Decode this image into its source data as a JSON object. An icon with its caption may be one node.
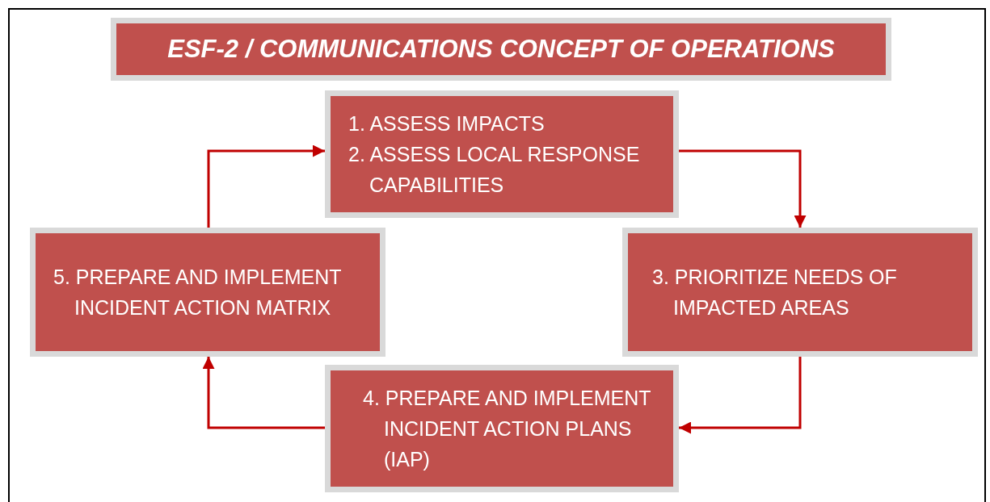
{
  "diagram": {
    "title": "ESF-2 / COMMUNICATIONS CONCEPT OF OPERATIONS",
    "nodes": [
      {
        "text": [
          "1. ASSESS IMPACTS",
          "2. ASSESS LOCAL RESPONSE CAPABILITIES"
        ]
      },
      {
        "text": [
          "3. PRIORITIZE NEEDS OF IMPACTED AREAS"
        ]
      },
      {
        "text": [
          "4. PREPARE AND IMPLEMENT INCIDENT ACTION PLANS (IAP)"
        ]
      },
      {
        "text": [
          "5. PREPARE AND IMPLEMENT INCIDENT ACTION MATRIX"
        ]
      }
    ],
    "edges": [
      {
        "from": 0,
        "to": 1,
        "arrow": "to"
      },
      {
        "from": 1,
        "to": 2,
        "arrow": "to"
      },
      {
        "from": 2,
        "to": 3,
        "arrow": "to"
      },
      {
        "from": 3,
        "to": 0,
        "arrow": "to"
      }
    ]
  }
}
